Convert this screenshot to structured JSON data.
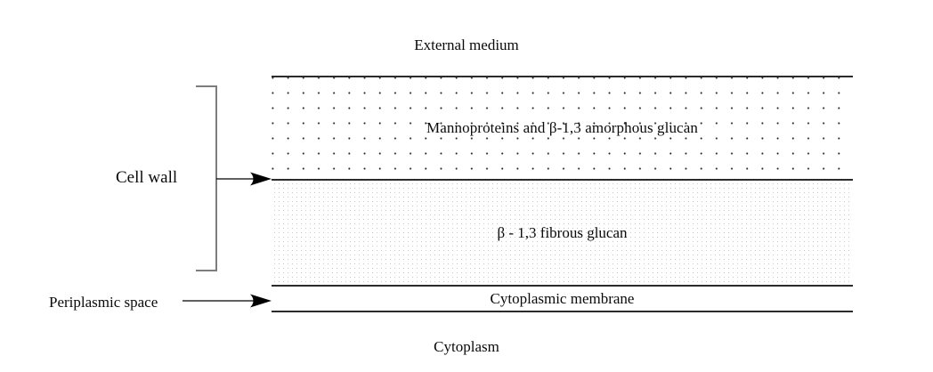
{
  "diagram": {
    "top_label": "External medium",
    "bottom_label": "Cytoplasm",
    "left_labels": {
      "cell_wall": "Cell wall",
      "periplasmic_space": "Periplasmic space"
    },
    "layers": [
      {
        "id": "amorphous",
        "caption": "Mannoproteins and β-1,3 amorphous glucan",
        "fill": "coarse-dot-grid",
        "dot_color": "#262626"
      },
      {
        "id": "fibrous",
        "caption": "β - 1,3 fibrous glucan",
        "fill": "fine-dot-grid",
        "dot_color": "#c9c9c9"
      },
      {
        "id": "membrane",
        "caption": "Cytoplasmic membrane",
        "fill": "solid-white",
        "dot_color": "#ffffff"
      }
    ],
    "annotations": {
      "bracket_color": "#7d7d7d",
      "line_color": "#2b2b2b",
      "arrow_color": "#000000"
    },
    "icons": {
      "cell_wall_arrow": "arrow-right-icon",
      "periplasm_arrow": "arrow-right-icon",
      "bracket": "square-bracket-icon"
    }
  }
}
